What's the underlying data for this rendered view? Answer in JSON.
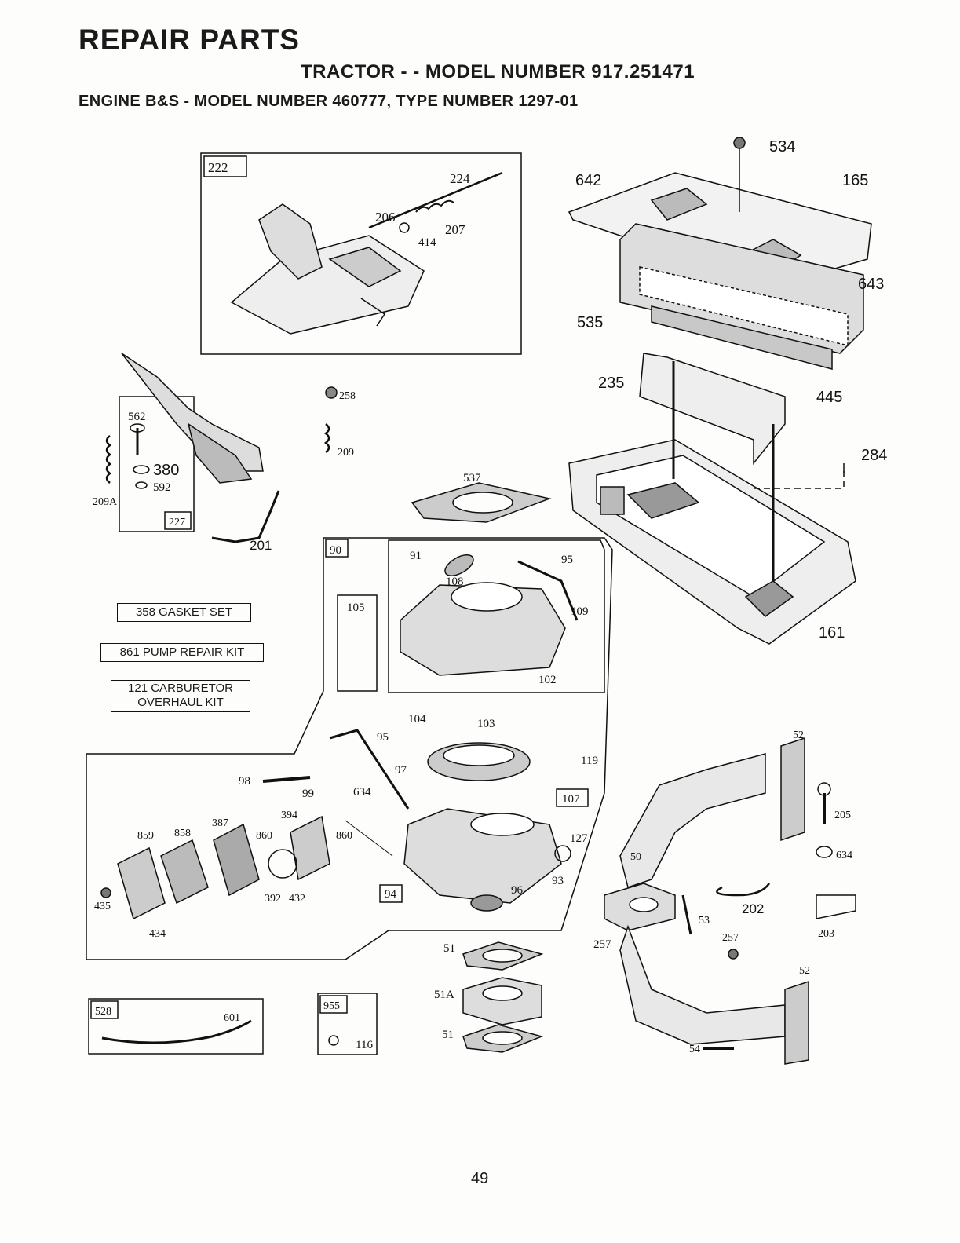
{
  "header": {
    "title": "REPAIR PARTS",
    "tractor": "TRACTOR - - MODEL NUMBER 917.251471",
    "engine": "ENGINE B&S - MODEL NUMBER 460777, TYPE NUMBER 1297-01"
  },
  "kits": {
    "gasket": "358  GASKET SET",
    "pump": "861  PUMP REPAIR KIT",
    "carb1": "121  CARBURETOR",
    "carb2": "OVERHAUL KIT"
  },
  "labels": {
    "p222": "222",
    "p224": "224",
    "p206": "206",
    "p207": "207",
    "p414": "414",
    "p534": "534",
    "p642": "642",
    "p165": "165",
    "p643": "643",
    "p535": "535",
    "p235": "235",
    "p445": "445",
    "p284": "284",
    "p161": "161",
    "p258": "258",
    "p209": "209",
    "p537": "537",
    "p562": "562",
    "p380": "380",
    "p592": "592",
    "p209A": "209A",
    "p227": "227",
    "p201": "201",
    "p90": "90",
    "p91": "91",
    "p108": "108",
    "p95a": "95",
    "p109": "109",
    "p105": "105",
    "p102": "102",
    "p104": "104",
    "p103": "103",
    "p95b": "95",
    "p119": "119",
    "p98": "98",
    "p99": "99",
    "p97": "97",
    "p634a": "634",
    "p107": "107",
    "p127": "127",
    "p93": "93",
    "p96": "96",
    "p94": "94",
    "p859": "859",
    "p858": "858",
    "p387": "387",
    "p860a": "860",
    "p394": "394",
    "p860b": "860",
    "p392": "392",
    "p432": "432",
    "p435": "435",
    "p434": "434",
    "p257a": "257",
    "p52a": "52",
    "p205": "205",
    "p634b": "634",
    "p50": "50",
    "p53": "53",
    "p202": "202",
    "p203": "203",
    "p257b": "257",
    "p52b": "52",
    "p54": "54",
    "p51a": "51",
    "p51A": "51A",
    "p51b": "51",
    "p528": "528",
    "p601": "601",
    "p955": "955",
    "p116": "116"
  },
  "page_number": "49"
}
